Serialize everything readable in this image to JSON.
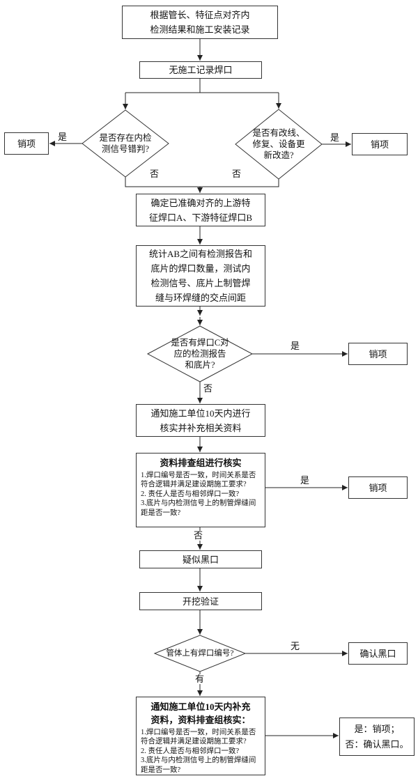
{
  "nodes": {
    "start": "根据管长、特征点对齐内\n检测结果和施工安装记录",
    "no_record_weld": "无施工记录焊口",
    "decision_signal": "是否存在内检\n测信号错判?",
    "decision_reroute": "是否有改线、\n修复、设备更\n新改造?",
    "close_item": "销项",
    "align_welds": "确定已准确对齐的上游特\n征焊口A、下游特征焊口B",
    "count_welds": "统计AB之间有检测报告和\n底片的焊口数量，测试内\n检测信号、底片上制管焊\n缝与环焊缝的交点间距",
    "decision_weld_c": "是否有焊口C对\n应的检测报告\n和底片?",
    "notify_verify": "通知施工单位10天内进行\n核实并补充相关资料",
    "review_title": "资料排查组进行核实",
    "review_items": "1.焊口编号是否一致，时间关系是否\n符合逻辑并满足建设期施工要求?\n2. 责任人是否与相邻焊口一致?\n3.底片与内检测信号上的制管焊缝间\n距是否一致?",
    "suspected_black": "疑似黑口",
    "excavation": "开挖验证",
    "decision_weld_number": "管体上有焊口编号?",
    "confirm_black": "确认黑口",
    "notify_supplement_title": "通知施工单位10天内补充\n资料，资料排查组核实：",
    "notify_supplement_items": "1.焊口编号是否一致，时间关系是否\n符合逻辑并满足建设期施工要求?\n2. 责任人是否与相邻焊口一致?\n3.底片与内检测信号上的制管焊缝间\n距是否一致?",
    "result": "是：销项；\n否：确认黑口。"
  },
  "edge_labels": {
    "yes": "是",
    "no": "否",
    "none": "无",
    "has": "有"
  }
}
